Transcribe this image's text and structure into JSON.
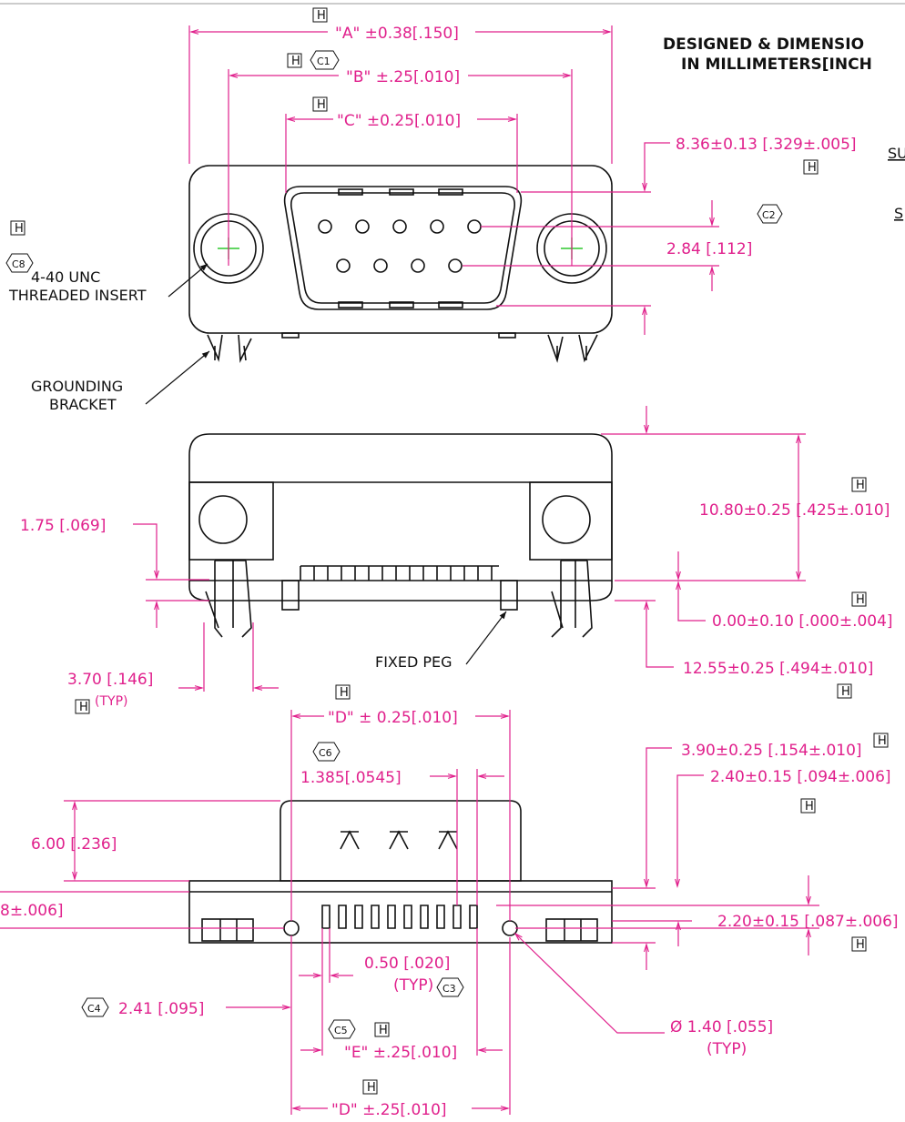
{
  "title": {
    "line1": "DESIGNED & DIMENSIO",
    "line2": "IN MILLIMETERS[INCH"
  },
  "side_notes": {
    "su": "SU",
    "s": "S"
  },
  "markers": {
    "h": "H",
    "c1": "C1",
    "c2": "C2",
    "c3": "C3",
    "c4": "C4",
    "c5": "C5",
    "c6": "C6",
    "c8": "C8"
  },
  "callouts": {
    "threaded_1": "4-40 UNC",
    "threaded_2": "THREADED INSERT",
    "grounding_1": "GROUNDING",
    "grounding_2": "BRACKET",
    "fixed_peg": "FIXED PEG"
  },
  "dims": {
    "a": "\"A\" ±0.38[.150]",
    "b": "\"B\" ±.25[.010]",
    "c": "\"C\" ±0.25[.010]",
    "d1": "8.36±0.13 [.329±.005]",
    "d2": "2.84 [.112]",
    "d3": "10.80±0.25 [.425±.010]",
    "d4": "1.75 [.069]",
    "d5": "0.00±0.10 [.000±.004]",
    "d6": "12.55±0.25 [.494±.010]",
    "d7": "3.70 [.146]",
    "typ": "(TYP)",
    "d_top": "\"D\" ± 0.25[.010]",
    "d8": "1.385[.0545]",
    "d9": "3.90±0.25 [.154±.010]",
    "d10": "2.40±0.15 [.094±.006]",
    "d11": "6.00 [.236]",
    "d12": "8±.006]",
    "d13": "2.20±0.15 [.087±.006]",
    "d14": "0.50 [.020]",
    "d15": "2.41 [.095]",
    "d16": "Ø 1.40 [.055]",
    "e": "\"E\" ±.25[.010]",
    "d_bot": "\"D\" ±.25[.010]"
  }
}
